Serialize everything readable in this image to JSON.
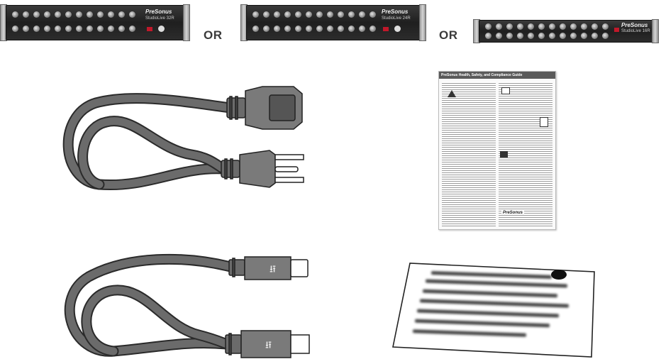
{
  "separators": [
    "OR",
    "OR"
  ],
  "devices": [
    {
      "brand": "PreSonus",
      "model": "StudioLive 32R"
    },
    {
      "brand": "PreSonus",
      "model": "StudioLive 24R"
    },
    {
      "brand": "PreSonus",
      "model": "StudioLive 16R"
    }
  ],
  "guide": {
    "title": "PreSonus Health, Safety, and Compliance Guide",
    "logo": "PreSonus"
  },
  "colors": {
    "cable": "#6b6b6b",
    "cable_edge": "#2a2a2a",
    "rack": "#262626"
  }
}
